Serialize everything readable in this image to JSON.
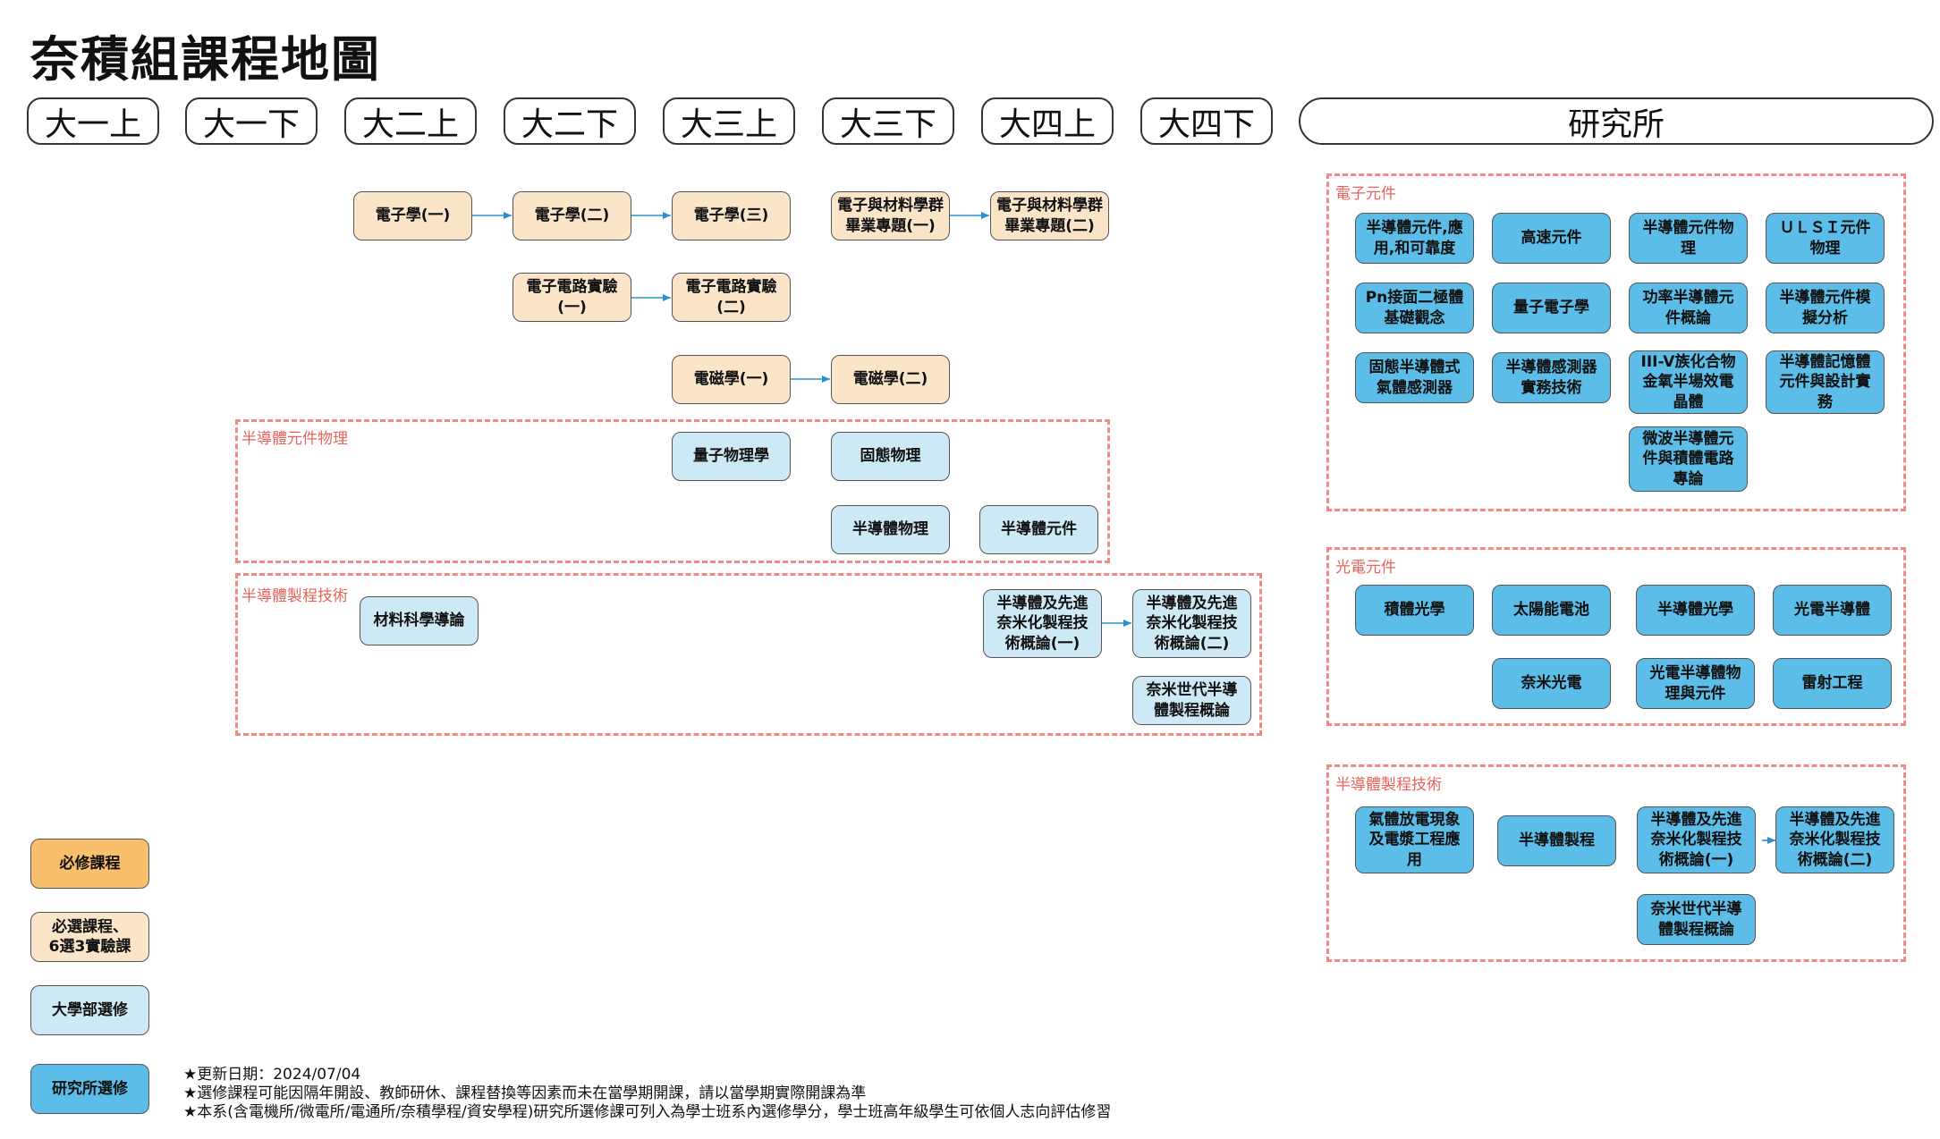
{
  "title": "奈積組課程地圖",
  "semesters": [
    "大一上",
    "大一下",
    "大二上",
    "大二下",
    "大三上",
    "大三下",
    "大四上",
    "大四下"
  ],
  "grad_header": "研究所",
  "groups": {
    "device_physics": "半導體元件物理",
    "process_tech": "半導體製程技術",
    "grad_electronic": "電子元件",
    "grad_optoelectronic": "光電元件",
    "grad_process": "半導體製程技術"
  },
  "courses": {
    "electronics1": "電子學(一)",
    "electronics2": "電子學(二)",
    "electronics3": "電子學(三)",
    "capstone1": "電子與材料學群\n畢業專題(一)",
    "capstone2": "電子與材料學群\n畢業專題(二)",
    "circuit_lab1": "電子電路實驗\n(一)",
    "circuit_lab2": "電子電路實驗\n(二)",
    "em1": "電磁學(一)",
    "em2": "電磁學(二)",
    "quantum_physics": "量子物理學",
    "solid_state_physics": "固態物理",
    "semi_physics": "半導體物理",
    "semi_devices": "半導體元件",
    "materials_intro": "材料科學導論",
    "nano_process1": "半導體及先進\n奈米化製程技\n術概論(一)",
    "nano_process2": "半導體及先進\n奈米化製程技\n術概論(二)",
    "nano_gen_process": "奈米世代半導\n體製程概論"
  },
  "grad_courses": {
    "electronic": [
      "半導體元件,應\n用,和可靠度",
      "高速元件",
      "半導體元件物\n理",
      "ＵＬＳＩ元件\n物理",
      "Pn接面二極體\n基礎觀念",
      "量子電子學",
      "功率半導體元\n件概論",
      "半導體元件模\n擬分析",
      "固態半導體式\n氣體感測器",
      "半導體感測器\n實務技術",
      "III-V族化合物\n金氧半場效電\n晶體",
      "半導體記憶體\n元件與設計實\n務",
      "微波半導體元\n件與積體電路\n專論"
    ],
    "optoelectronic": [
      "積體光學",
      "太陽能電池",
      "半導體光學",
      "光電半導體",
      "奈米光電",
      "光電半導體物\n理與元件",
      "雷射工程"
    ],
    "process": [
      "氣體放電現象\n及電漿工程應\n用",
      "半導體製程",
      "半導體及先進\n奈米化製程技\n術概論(一)",
      "半導體及先進\n奈米化製程技\n術概論(二)",
      "奈米世代半導\n體製程概論"
    ]
  },
  "legend": {
    "required": "必修課程",
    "elective_required": "必選課程、\n6選3實驗課",
    "undergrad_elective": "大學部選修",
    "grad_elective": "研究所選修"
  },
  "colors": {
    "required": "#f9bf6c",
    "elective_required": "#fbe5c9",
    "undergrad_elective": "#cde9f6",
    "grad_elective": "#5bbde8",
    "group_border": "#f08c84",
    "arrow": "#2a8fd0"
  },
  "footnotes": [
    "★更新日期：2024/07/04",
    "★選修課程可能因隔年開設、教師研休、課程替換等因素而未在當學期開課，請以當學期實際開課為準",
    "★本系(含電機所/微電所/電通所/奈積學程/資安學程)研究所選修課可列入為學士班系內選修學分，學士班高年級學生可依個人志向評估修習"
  ]
}
